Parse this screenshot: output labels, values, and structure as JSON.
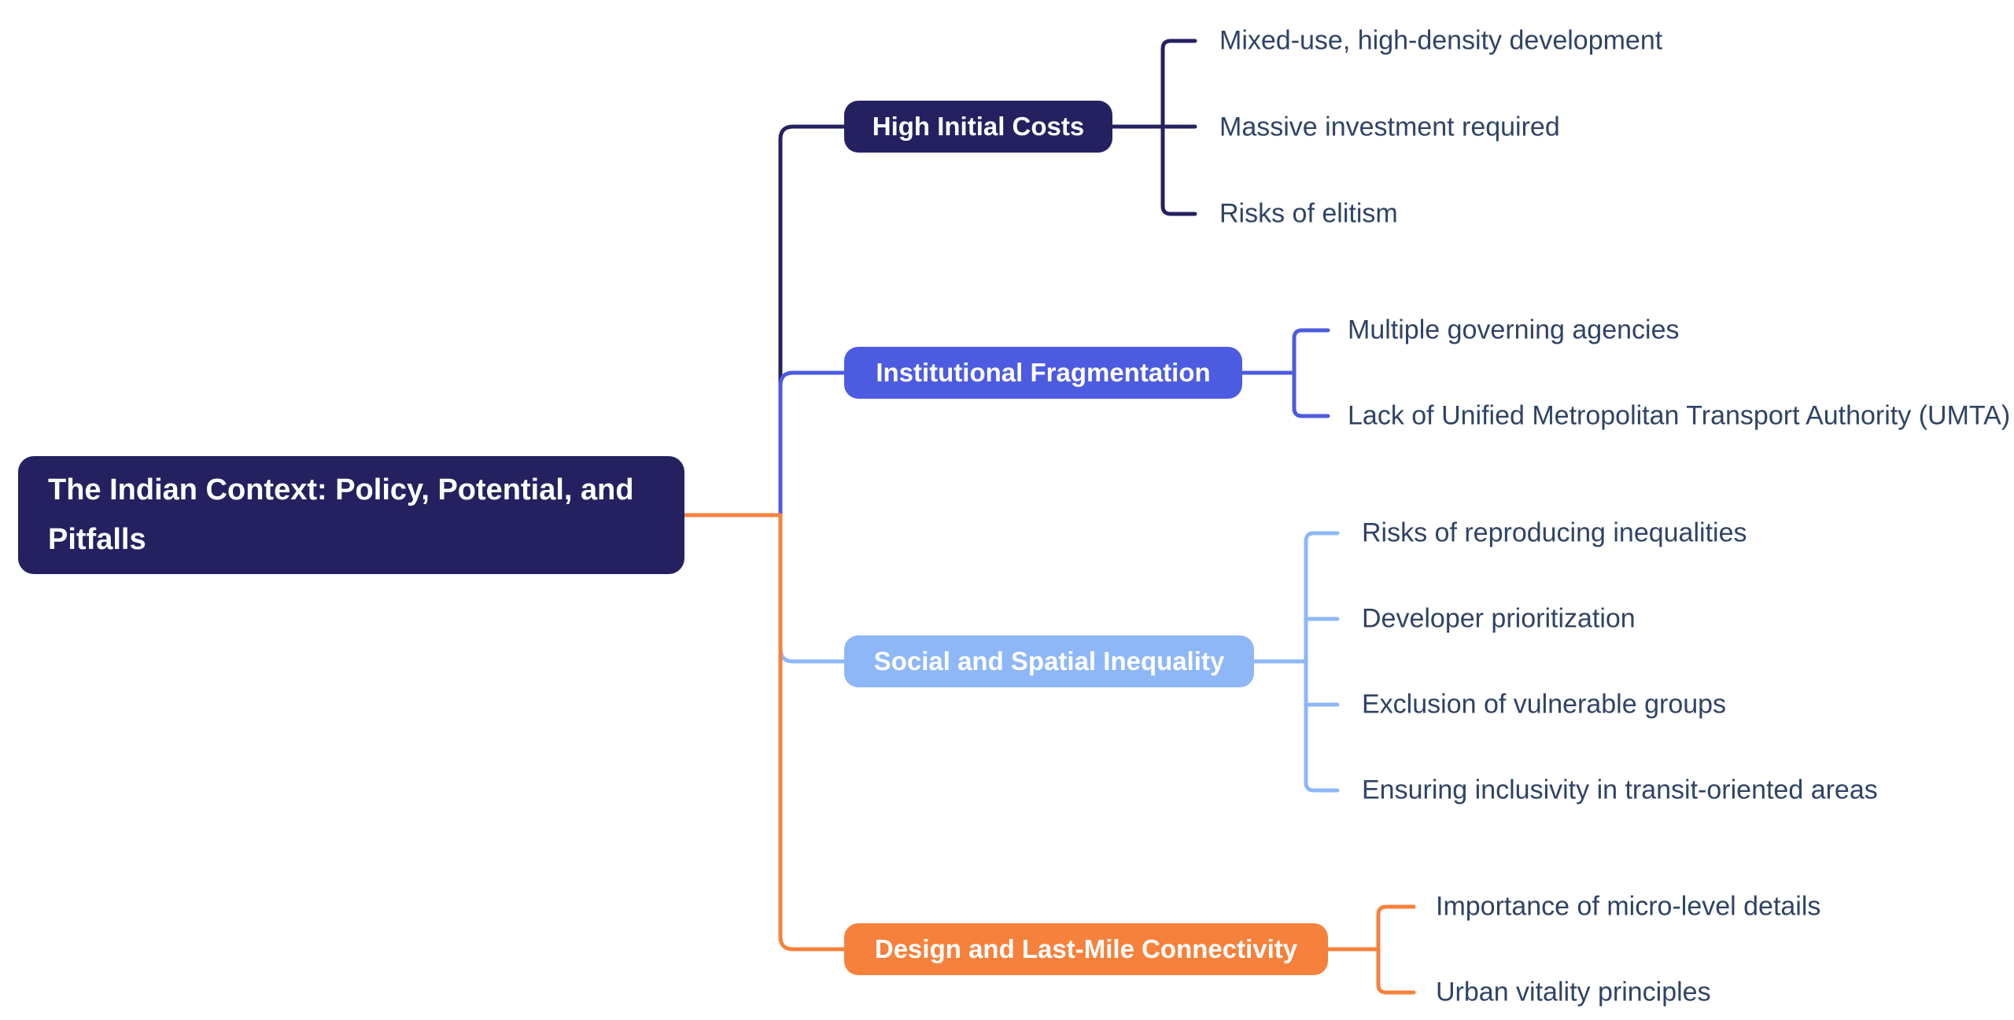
{
  "root": {
    "label": "The Indian Context: Policy, Potential, and Pitfalls",
    "color": "#252160"
  },
  "colors": {
    "background": "#FFFFFF",
    "node_text": "#FFFFFF",
    "child_text": "#2F4365",
    "root_link": "#F6813C"
  },
  "branches": [
    {
      "label": "High Initial Costs",
      "color": "#252160",
      "children": [
        "Mixed-use, high-density development",
        "Massive investment required",
        "Risks of elitism"
      ]
    },
    {
      "label": "Institutional Fragmentation",
      "color": "#4D5BE0",
      "children": [
        "Multiple governing agencies",
        "Lack of Unified Metropolitan Transport Authority (UMTA)"
      ]
    },
    {
      "label": "Social and Spatial Inequality",
      "color": "#8EB7F7",
      "children": [
        "Risks of reproducing inequalities",
        "Developer prioritization",
        "Exclusion of vulnerable groups",
        "Ensuring inclusivity in transit-oriented areas"
      ]
    },
    {
      "label": "Design and Last-Mile Connectivity",
      "color": "#F6813C",
      "children": [
        "Importance of micro-level details",
        "Urban vitality principles"
      ]
    }
  ]
}
